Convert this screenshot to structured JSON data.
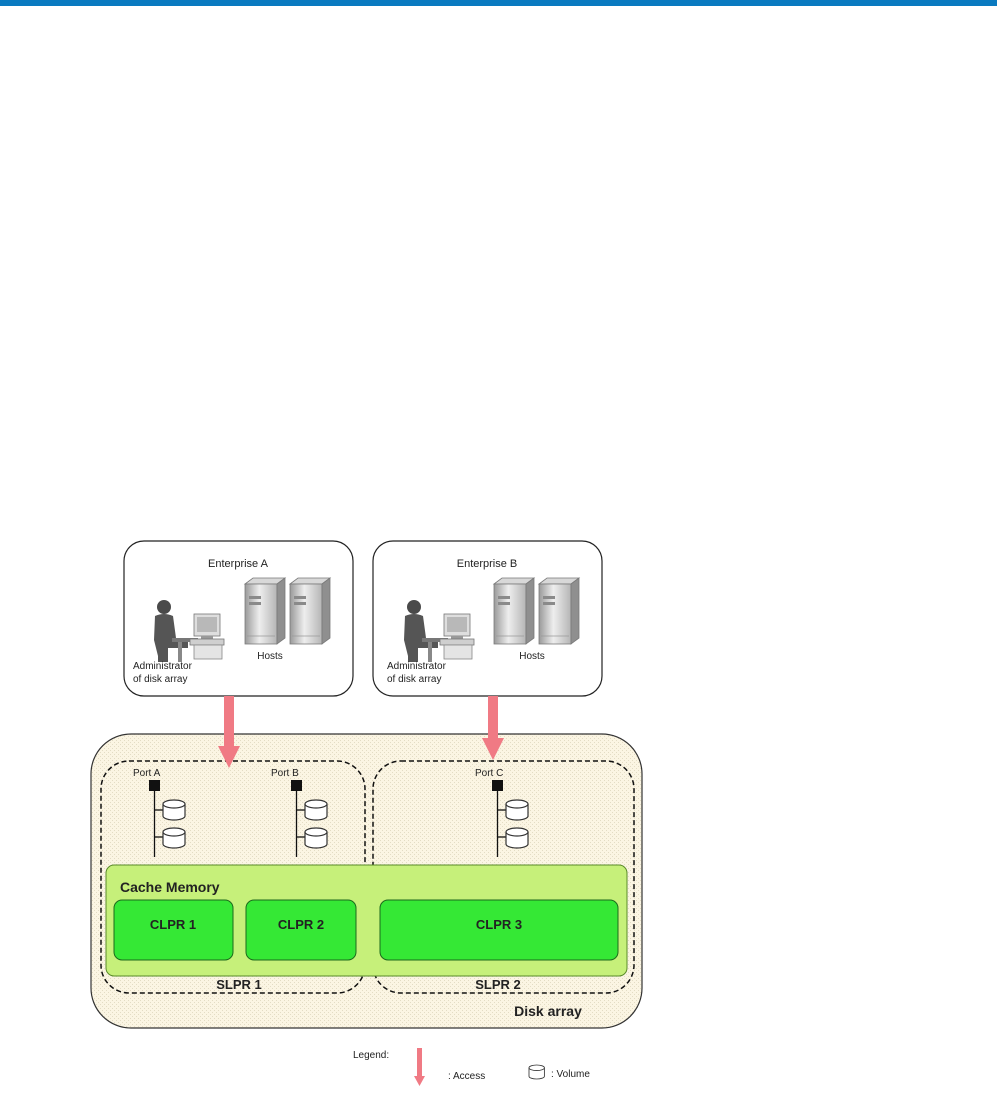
{
  "enterprises": [
    {
      "title": "Enterprise A",
      "admin_line1": "Administrator",
      "admin_line2": "of disk array",
      "hosts": "Hosts"
    },
    {
      "title": "Enterprise B",
      "admin_line1": "Administrator",
      "admin_line2": "of disk array",
      "hosts": "Hosts"
    }
  ],
  "ports": {
    "a": "Port A",
    "b": "Port B",
    "c": "Port C"
  },
  "cache_memory": "Cache Memory",
  "clprs": [
    "CLPR 1",
    "CLPR 2",
    "CLPR 3"
  ],
  "slprs": [
    "SLPR 1",
    "SLPR 2"
  ],
  "disk_array": "Disk array",
  "legend": {
    "title": "Legend:",
    "access": ": Access",
    "volume": ": Volume"
  },
  "colors": {
    "header_bar": "#0a7ac0",
    "access_arrow": "#f07a84",
    "cache_fill": "#c6f07a",
    "clpr_fill": "#35e835",
    "disk_array_fill": "#fbf5e3"
  }
}
